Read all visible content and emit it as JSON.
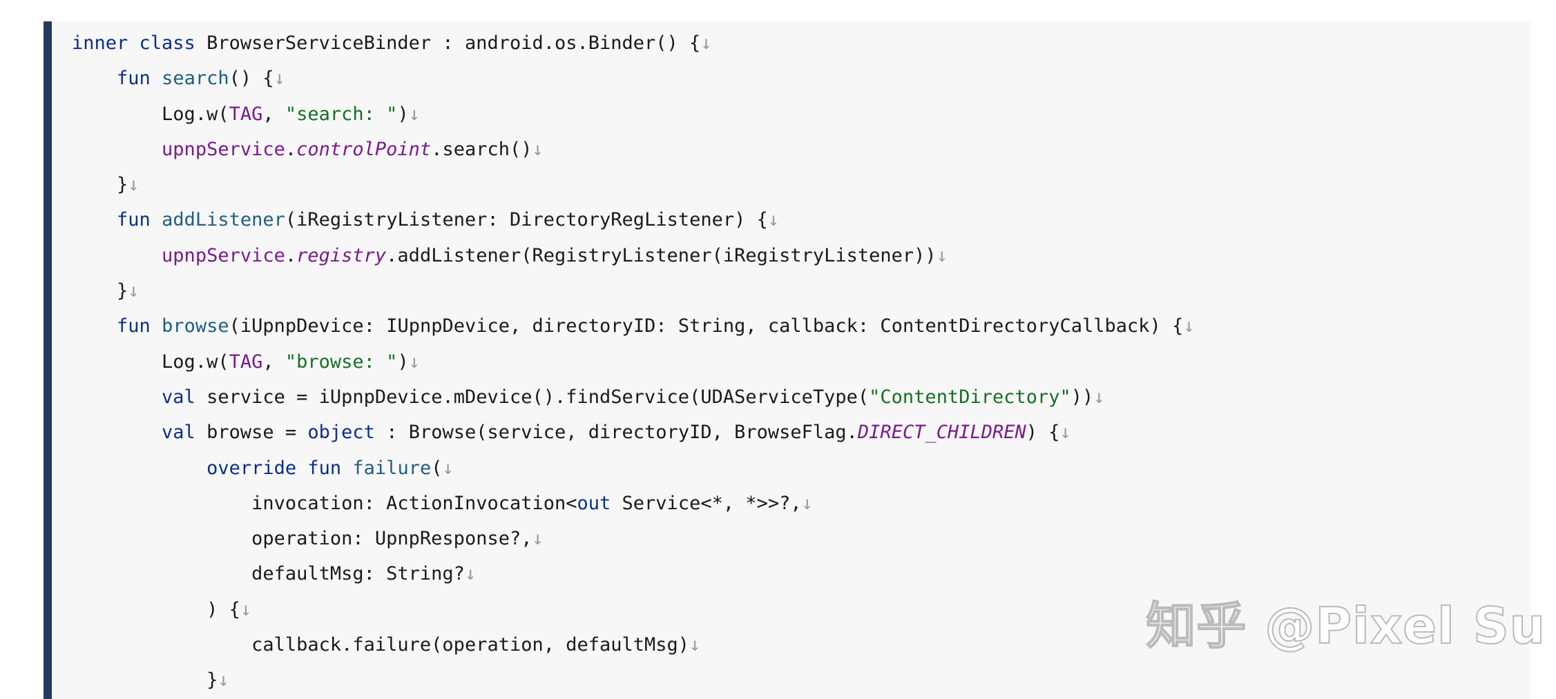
{
  "code_lines": [
    [
      {
        "t": "inner class",
        "c": "kw"
      },
      {
        "t": " BrowserServiceBinder : android.os.Binder() {"
      },
      {
        "t": "↓",
        "c": "nl"
      }
    ],
    [
      {
        "t": "    "
      },
      {
        "t": "fun",
        "c": "kw"
      },
      {
        "t": " "
      },
      {
        "t": "search",
        "c": "fn"
      },
      {
        "t": "() {"
      },
      {
        "t": "↓",
        "c": "nl"
      }
    ],
    [
      {
        "t": "        Log.w("
      },
      {
        "t": "TAG",
        "c": "prop"
      },
      {
        "t": ", "
      },
      {
        "t": "\"search: \"",
        "c": "str"
      },
      {
        "t": ")"
      },
      {
        "t": "↓",
        "c": "nl"
      }
    ],
    [
      {
        "t": "        "
      },
      {
        "t": "upnpService",
        "c": "prop"
      },
      {
        "t": "."
      },
      {
        "t": "controlPoint",
        "c": "prop ital"
      },
      {
        "t": ".search()"
      },
      {
        "t": "↓",
        "c": "nl"
      }
    ],
    [
      {
        "t": "    }"
      },
      {
        "t": "↓",
        "c": "nl"
      }
    ],
    [
      {
        "t": "    "
      },
      {
        "t": "fun",
        "c": "kw"
      },
      {
        "t": " "
      },
      {
        "t": "addListener",
        "c": "fn"
      },
      {
        "t": "(iRegistryListener: DirectoryRegListener) {"
      },
      {
        "t": "↓",
        "c": "nl"
      }
    ],
    [
      {
        "t": "        "
      },
      {
        "t": "upnpService",
        "c": "prop"
      },
      {
        "t": "."
      },
      {
        "t": "registry",
        "c": "prop ital"
      },
      {
        "t": ".addListener(RegistryListener(iRegistryListener))"
      },
      {
        "t": "↓",
        "c": "nl"
      }
    ],
    [
      {
        "t": "    }"
      },
      {
        "t": "↓",
        "c": "nl"
      }
    ],
    [
      {
        "t": "    "
      },
      {
        "t": "fun",
        "c": "kw"
      },
      {
        "t": " "
      },
      {
        "t": "browse",
        "c": "fn"
      },
      {
        "t": "(iUpnpDevice: IUpnpDevice, directoryID: String, callback: ContentDirectoryCallback) {"
      },
      {
        "t": "↓",
        "c": "nl"
      }
    ],
    [
      {
        "t": "        Log.w("
      },
      {
        "t": "TAG",
        "c": "prop"
      },
      {
        "t": ", "
      },
      {
        "t": "\"browse: \"",
        "c": "str"
      },
      {
        "t": ")"
      },
      {
        "t": "↓",
        "c": "nl"
      }
    ],
    [
      {
        "t": "        "
      },
      {
        "t": "val",
        "c": "kw"
      },
      {
        "t": " service = iUpnpDevice.mDevice().findService(UDAServiceType("
      },
      {
        "t": "\"ContentDirectory\"",
        "c": "str"
      },
      {
        "t": "))"
      },
      {
        "t": "↓",
        "c": "nl"
      }
    ],
    [
      {
        "t": "        "
      },
      {
        "t": "val",
        "c": "kw"
      },
      {
        "t": " browse = "
      },
      {
        "t": "object",
        "c": "kw"
      },
      {
        "t": " : Browse(service, directoryID, BrowseFlag."
      },
      {
        "t": "DIRECT_CHILDREN",
        "c": "prop ital"
      },
      {
        "t": ") {"
      },
      {
        "t": "↓",
        "c": "nl"
      }
    ],
    [
      {
        "t": "            "
      },
      {
        "t": "override fun",
        "c": "kw"
      },
      {
        "t": " "
      },
      {
        "t": "failure",
        "c": "fn"
      },
      {
        "t": "("
      },
      {
        "t": "↓",
        "c": "nl"
      }
    ],
    [
      {
        "t": "                invocation: ActionInvocation<"
      },
      {
        "t": "out",
        "c": "kw"
      },
      {
        "t": " Service<*, *>>?,"
      },
      {
        "t": "↓",
        "c": "nl"
      }
    ],
    [
      {
        "t": "                operation: UpnpResponse?,"
      },
      {
        "t": "↓",
        "c": "nl"
      }
    ],
    [
      {
        "t": "                defaultMsg: String?"
      },
      {
        "t": "↓",
        "c": "nl"
      }
    ],
    [
      {
        "t": "            ) {"
      },
      {
        "t": "↓",
        "c": "nl"
      }
    ],
    [
      {
        "t": "                callback.failure(operation, defaultMsg)"
      },
      {
        "t": "↓",
        "c": "nl"
      }
    ],
    [
      {
        "t": "            }"
      },
      {
        "t": "↓",
        "c": "nl"
      }
    ]
  ],
  "watermark": "知乎 @Pixel Su",
  "colors": {
    "keyword": "#0b2e8a",
    "function": "#1f5e7f",
    "string": "#157023",
    "property": "#7a1a8c",
    "accent_bar": "#25395f",
    "background": "#f7f7f8"
  }
}
